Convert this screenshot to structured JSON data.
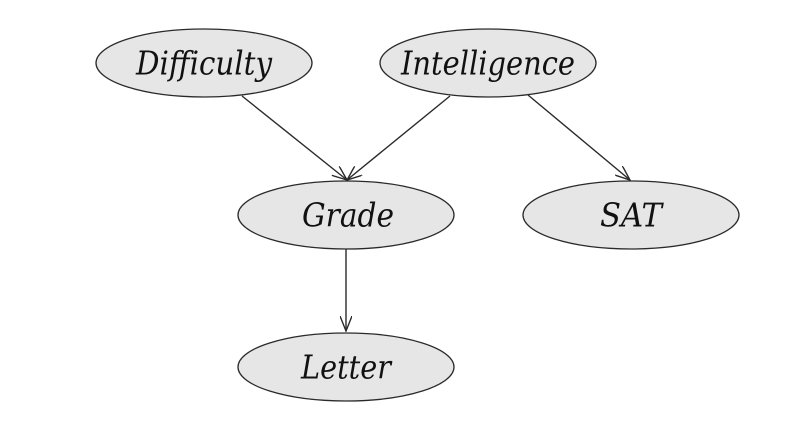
{
  "diagram": {
    "nodes": [
      {
        "id": "difficulty",
        "label": "Difficulty"
      },
      {
        "id": "intelligence",
        "label": "Intelligence"
      },
      {
        "id": "grade",
        "label": "Grade"
      },
      {
        "id": "sat",
        "label": "SAT"
      },
      {
        "id": "letter",
        "label": "Letter"
      }
    ],
    "edges": [
      {
        "from": "difficulty",
        "to": "grade"
      },
      {
        "from": "intelligence",
        "to": "grade"
      },
      {
        "from": "intelligence",
        "to": "sat"
      },
      {
        "from": "grade",
        "to": "letter"
      }
    ]
  }
}
